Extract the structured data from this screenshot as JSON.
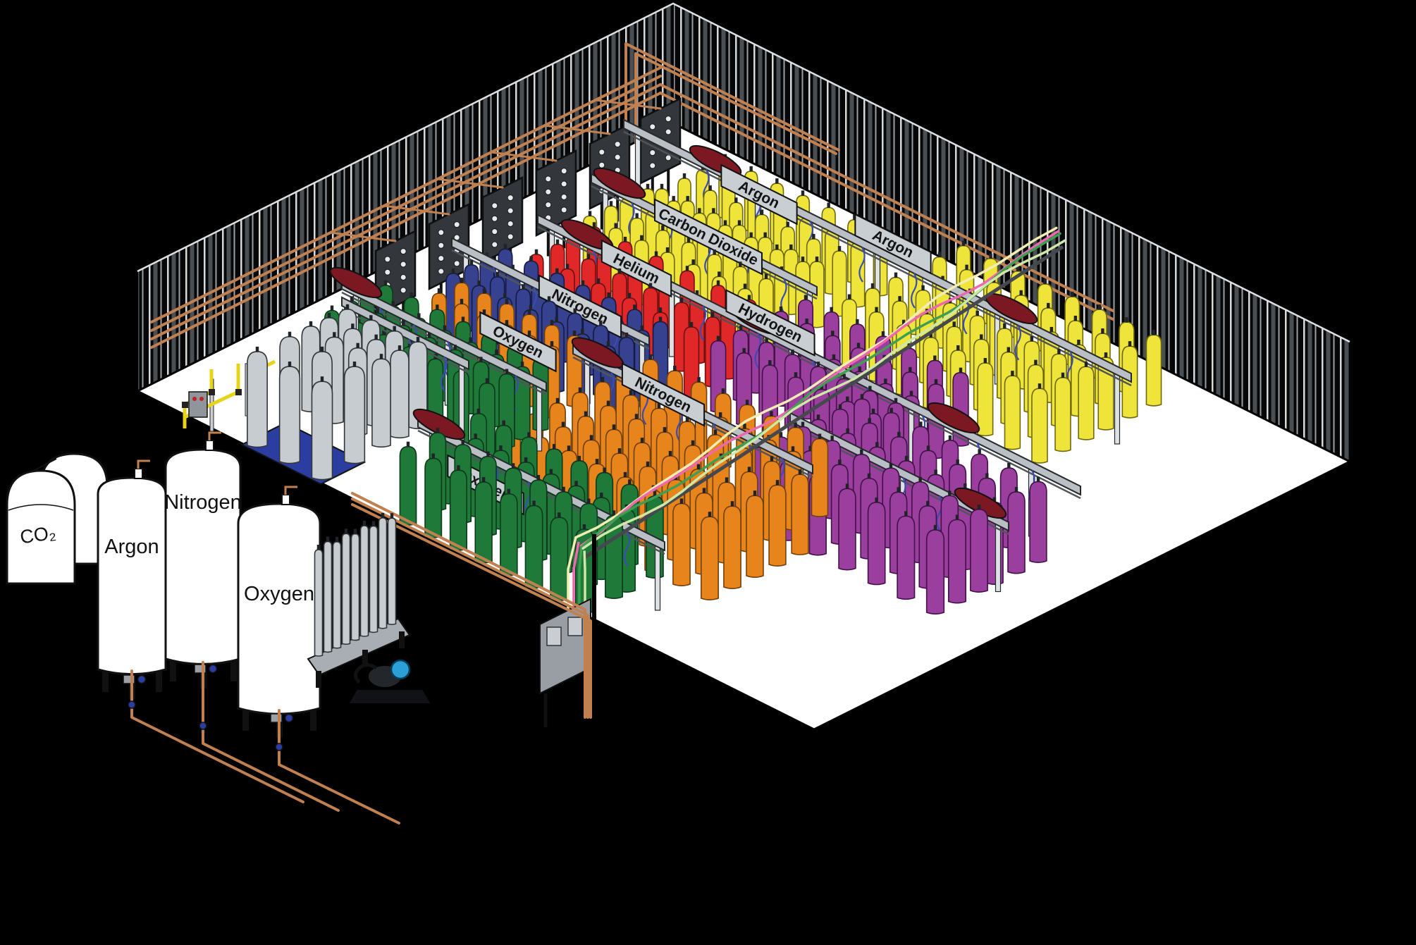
{
  "signs": [
    {
      "label": "Oxygen"
    },
    {
      "label": "Nitrogen"
    },
    {
      "label": "Helium"
    },
    {
      "label": "Carbon Dioxide"
    },
    {
      "label": "Argon"
    },
    {
      "label": "Hydrogen"
    },
    {
      "label": "Nitrogen"
    },
    {
      "label": "Oxygen"
    },
    {
      "label": "Argon"
    }
  ],
  "tanks": [
    {
      "label": "CO₂"
    },
    {
      "label": "Argon"
    },
    {
      "label": "Nitrogen"
    },
    {
      "label": "Oxygen"
    }
  ],
  "cylinder_colors": {
    "oxygen": "#1f7a3a",
    "nitrogen_orange": "#e8841c",
    "nitrogen_blue": "#36418f",
    "helium": "#e02828",
    "carbon_dioxide_argon": "#efe53a",
    "hydrogen": "#9a3f9e",
    "spare_gray": "#c7ccd1"
  },
  "palette": {
    "background": "#000000",
    "floor": "#ffffff",
    "wall_stripe_light": "#d5d9dc",
    "wall_stripe_mid": "#4a4f54",
    "wall_stripe_soft": "#9aa0a5",
    "copper_pipe": "#c08050",
    "rail_gray": "#b9bfc4",
    "post_gray": "#dfe2e5",
    "sign_face": "#c9ced3",
    "maroon_vessel": "#7c1822",
    "hose_blue": "#3a4cb2",
    "pallet_blue": "#2b3da0",
    "yellow_pipe": "#e6d41a",
    "pump_blue": "#2b9fd8",
    "panel_dark": "#33373b",
    "tank_white": "#ffffff",
    "supply_line_colors": [
      "#f2edb4",
      "#ee68b0",
      "#3e9e52",
      "#cfe8a8"
    ]
  }
}
